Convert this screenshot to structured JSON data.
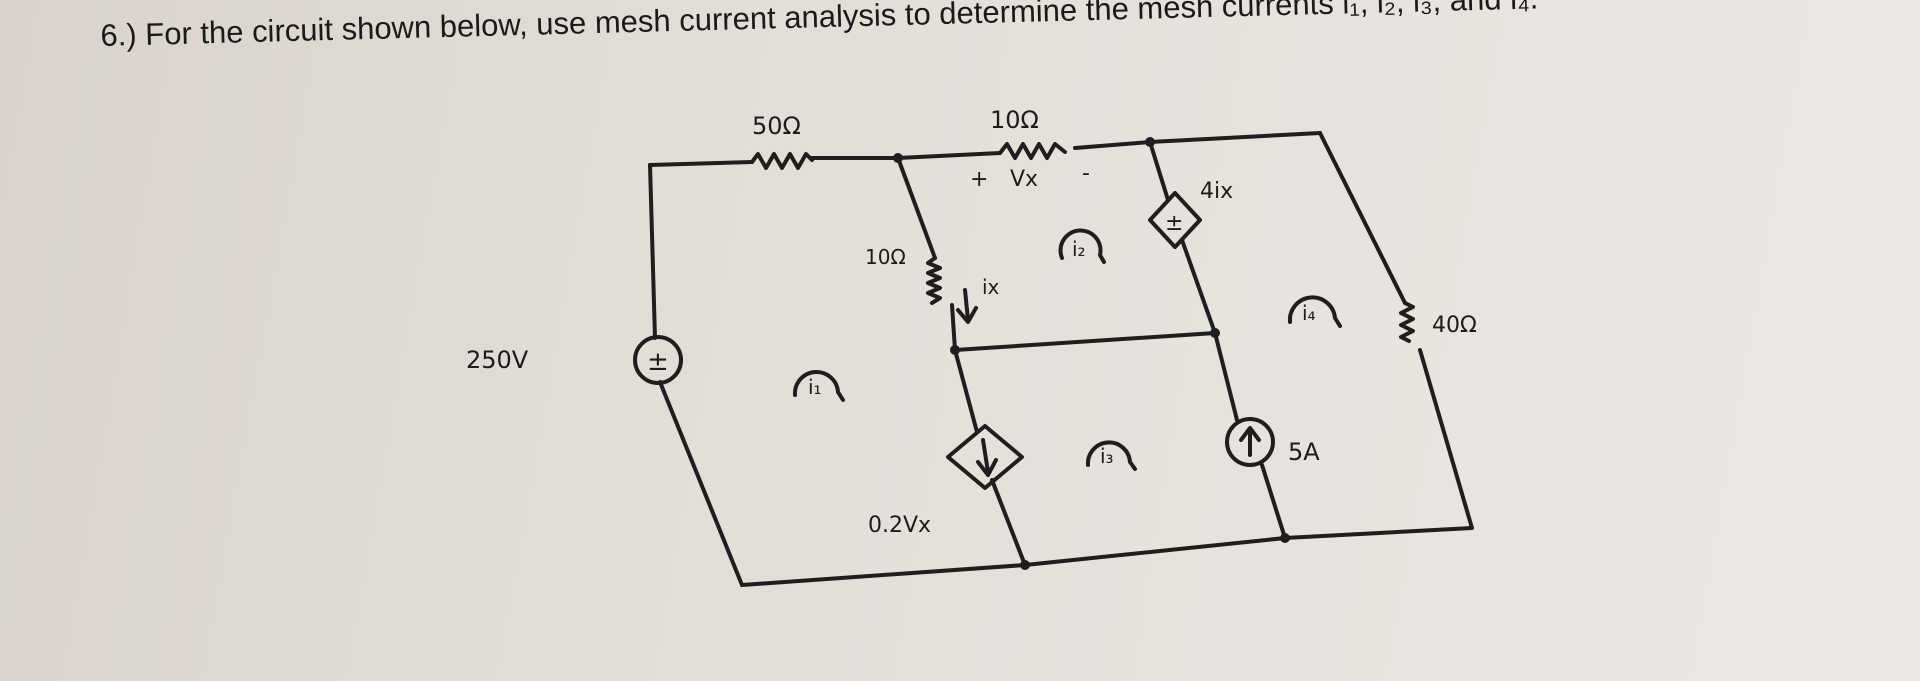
{
  "problem": {
    "number": "6.)",
    "text": "For the circuit shown below, use mesh current analysis to determine the mesh currents i₁, i₂, i₃, and i₄."
  },
  "circuit": {
    "voltage_source_label": "250V",
    "r_top_left_label": "50Ω",
    "r_top_mid_label": "10Ω",
    "r_vertical_label": "10Ω",
    "r_right_label": "40Ω",
    "vx_plus": "+",
    "vx_label": "Vx",
    "vx_minus": "-",
    "ix_label": "ix",
    "dep_voltage_label": "4ix",
    "dep_current_label": "0.2Vx",
    "current_source_label": "5A",
    "mesh_labels": [
      "i₁",
      "i₂",
      "i₃",
      "i₄"
    ],
    "source_polarity": "±"
  }
}
